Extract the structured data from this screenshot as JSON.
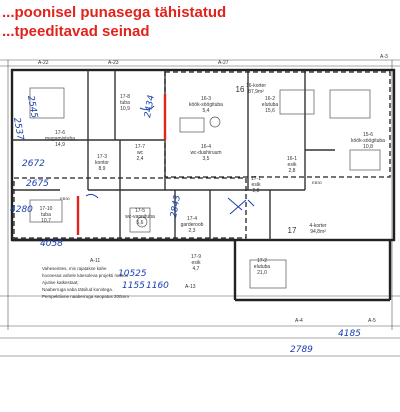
{
  "title": {
    "line1": "...poonisel punasega tähistatud",
    "line2": "...tpeeditavad seinad"
  },
  "axes": {
    "top": [
      "A-22",
      "A-23",
      "A-27",
      "A-3"
    ],
    "bottom": [
      "A-11",
      "A-13",
      "A-4",
      "A-5"
    ]
  },
  "rooms": [
    {
      "id": "r17_8",
      "num": "17-8",
      "name": "tuba",
      "area": "10,9"
    },
    {
      "id": "r16",
      "num": "16",
      "name": "",
      "area": ""
    },
    {
      "id": "r16_k",
      "num": "16-korter",
      "name": "",
      "area": "87,9m²"
    },
    {
      "id": "r16_3",
      "num": "16-3",
      "name": "köök-söögituba",
      "area": "5,4"
    },
    {
      "id": "r16_2",
      "num": "16-2",
      "name": "elutuba",
      "area": "15,6"
    },
    {
      "id": "r15_6",
      "num": "15-6",
      "name": "köök-söögituba",
      "area": "10,8"
    },
    {
      "id": "r17_6",
      "num": "17-6",
      "name": "magamistuba",
      "area": "14,9"
    },
    {
      "id": "r17_7",
      "num": "17-7",
      "name": "wc",
      "area": "2,4"
    },
    {
      "id": "r16_4",
      "num": "16-4",
      "name": "wc-dushiruum",
      "area": "3,5"
    },
    {
      "id": "r16_1",
      "num": "16-1",
      "name": "esik",
      "area": "2,8"
    },
    {
      "id": "r17_3",
      "num": "17-3",
      "name": "kontor",
      "area": "8,9"
    },
    {
      "id": "r17_1",
      "num": "17-1",
      "name": "esik",
      "area": "2,8"
    },
    {
      "id": "r17",
      "num": "17",
      "name": "",
      "area": ""
    },
    {
      "id": "r17_k",
      "num": "4-korter",
      "name": "",
      "area": "94,8m²"
    },
    {
      "id": "r17_10",
      "num": "17-10",
      "name": "tuba",
      "area": "10,7"
    },
    {
      "id": "r17_5",
      "num": "17-5",
      "name": "wc-vannituba",
      "area": "5,6"
    },
    {
      "id": "r17_4",
      "num": "17-4",
      "name": "garderoob",
      "area": "2,3"
    },
    {
      "id": "r17_9",
      "num": "17-9",
      "name": "esik",
      "area": "4,7"
    },
    {
      "id": "r17_2",
      "num": "17-2",
      "name": "elutuba",
      "area": "21,0"
    }
  ],
  "notes": [
    "Vaheseintes, mis rajatakse kahe",
    "hoonessa vahele käesoleva projekti mahus",
    "Ajutise katkestaat;",
    "Naaberruga vaba tätsilud korvitega.",
    "Perspektiivne naaberruga seopatus 200mm"
  ],
  "handwritten": [
    "2537",
    "2545",
    "2672",
    "2675",
    "4280",
    "4058",
    "2843",
    "2434",
    "10525",
    "1155",
    "1160",
    "2789",
    "4185"
  ],
  "small_labels": [
    "EB30",
    "EB30"
  ],
  "colors": {
    "title": "#e0231d",
    "demolish_wall": "#e0231d",
    "handwriting": "#1a3fb0",
    "ink": "#333333"
  }
}
